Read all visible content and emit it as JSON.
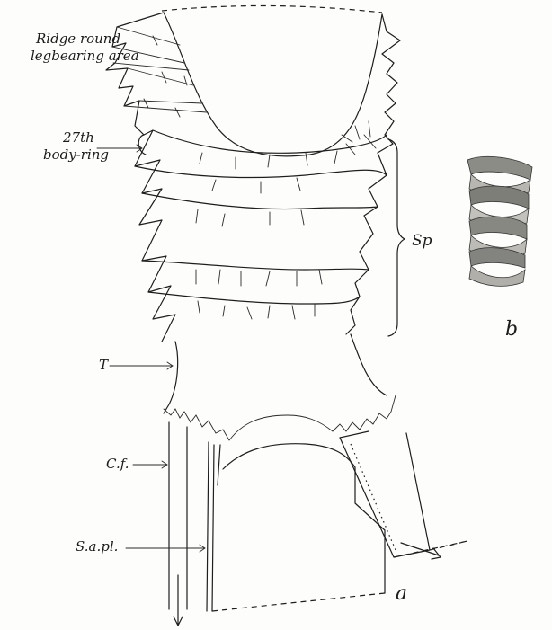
{
  "figure": {
    "labels": {
      "ridge": "Ridge round",
      "ridge_line2": "legbearing area",
      "ring": "27th",
      "ring_line2": "body-ring",
      "sp": "Sp",
      "t": "T",
      "cf": "C.f.",
      "sapl": "S.a.pl.",
      "a": "a",
      "b": "b"
    }
  }
}
